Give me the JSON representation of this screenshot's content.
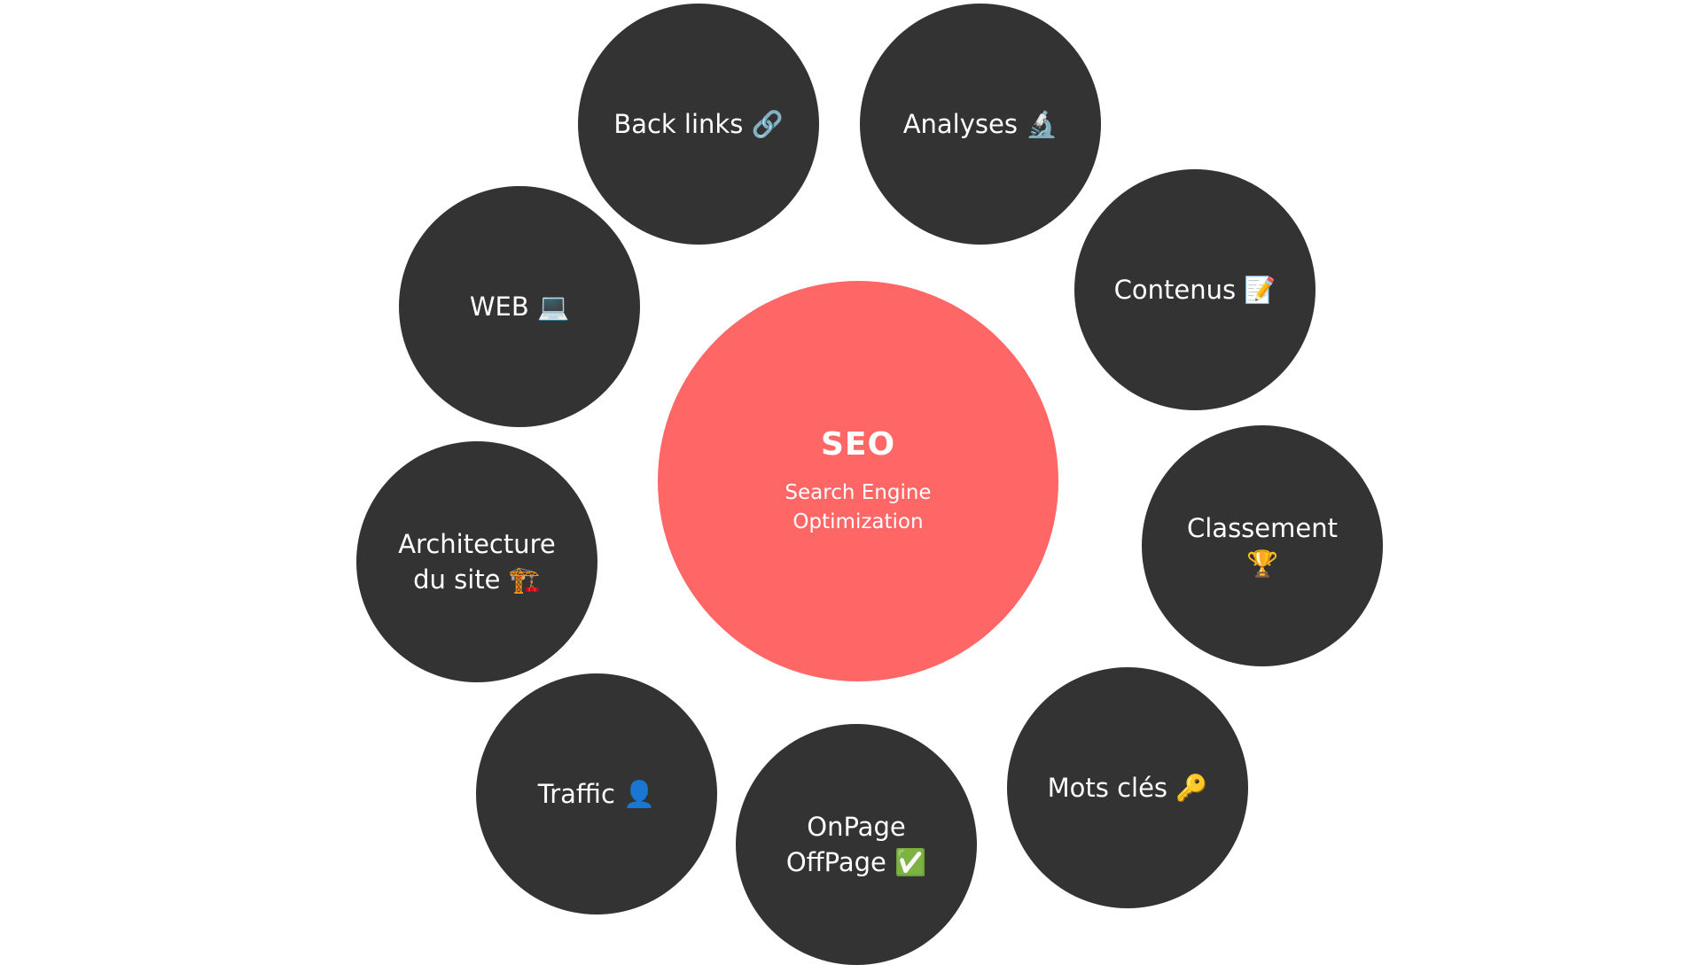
{
  "colors": {
    "node_fill": "#333333",
    "hub_fill": "#ff6666",
    "text": "#ffffff",
    "background": "#ffffff"
  },
  "hub": {
    "title": "SEO",
    "subtitle": "Search Engine Optimization"
  },
  "nodes": {
    "back_links": {
      "label": "Back links 🔗",
      "icon": "link-icon"
    },
    "analyses": {
      "label": "Analyses 🔬",
      "icon": "microscope-icon"
    },
    "web": {
      "label": "WEB 💻",
      "icon": "laptop-icon"
    },
    "contenus": {
      "label": "Contenus 📝",
      "icon": "memo-icon"
    },
    "architecture": {
      "label": "Architecture du site 🏗️",
      "icon": "construction-icon"
    },
    "classement": {
      "label": "Classement 🏆",
      "icon": "trophy-icon"
    },
    "traffic": {
      "label": "Traffic 👤",
      "icon": "person-icon"
    },
    "onpage_offpage": {
      "label": "OnPage OffPage ✅",
      "icon": "check-icon"
    },
    "mots_cles": {
      "label": "Mots clés 🔑",
      "icon": "key-icon"
    }
  }
}
